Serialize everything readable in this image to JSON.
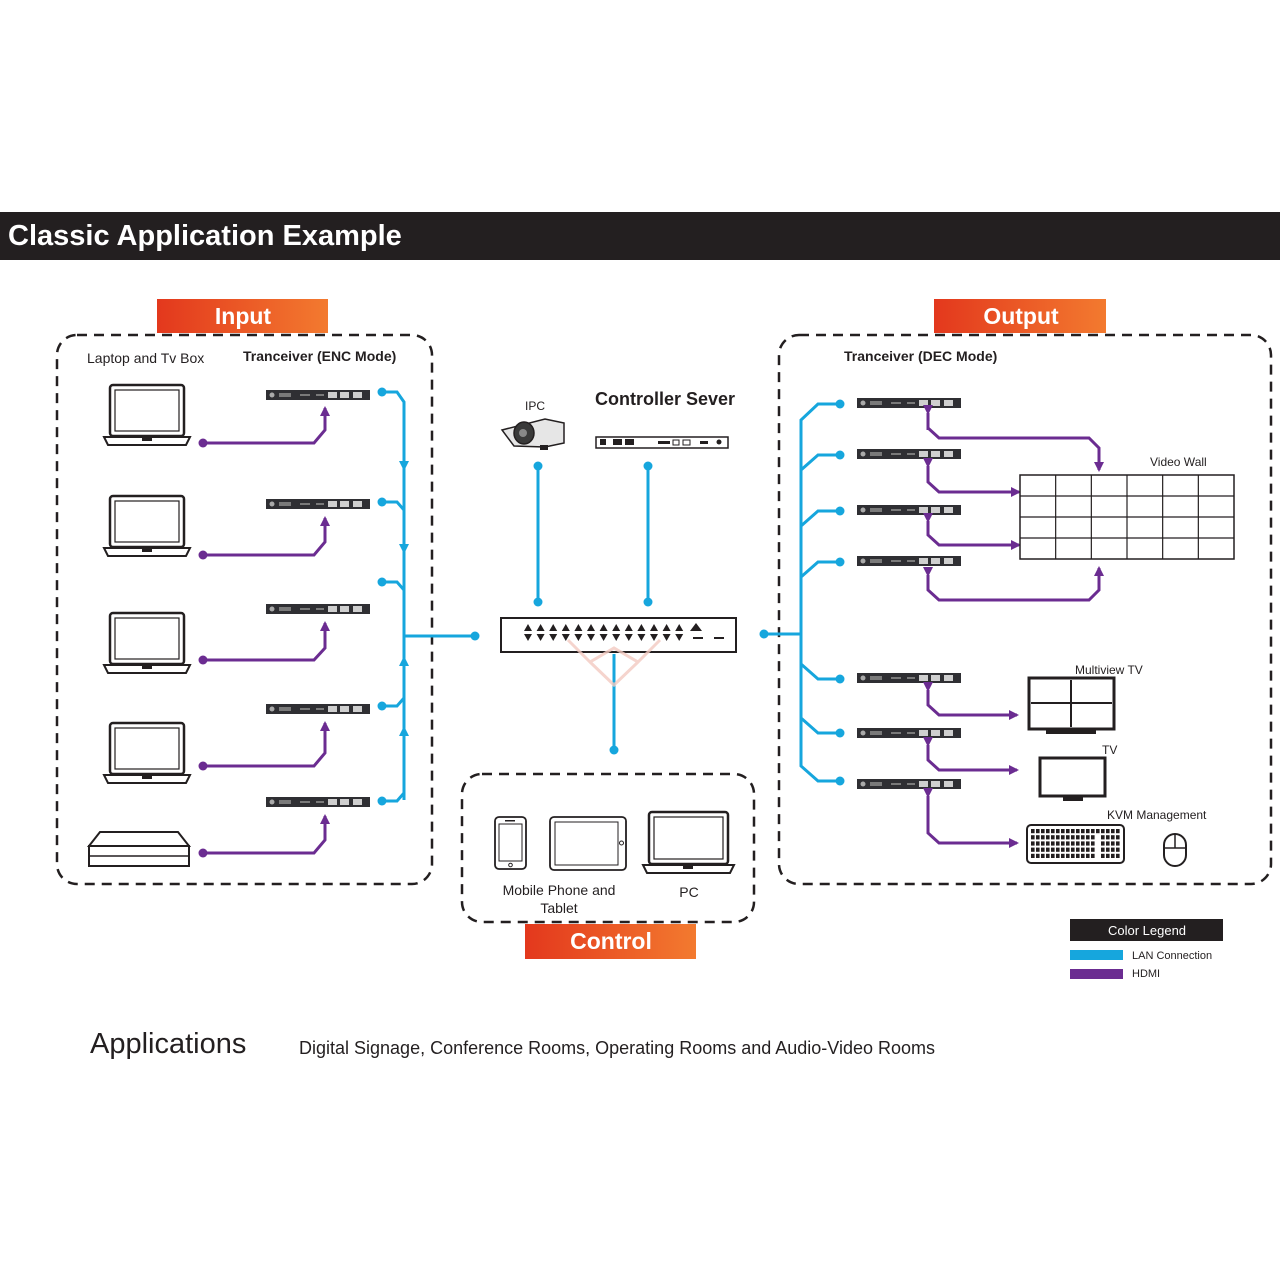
{
  "header": {
    "title": "Classic Application Example"
  },
  "sections": {
    "input": "Input",
    "output": "Output",
    "control": "Control"
  },
  "input_panel": {
    "sources_label": "Laptop and Tv Box",
    "transceiver_label": "Tranceiver (ENC Mode)"
  },
  "output_panel": {
    "transceiver_label": "Tranceiver (DEC Mode)",
    "video_wall": "Video Wall",
    "multiview_tv": "Multiview TV",
    "tv": "TV",
    "kvm": "KVM Management"
  },
  "center": {
    "ipc": "IPC",
    "controller_server": "Controller Sever"
  },
  "control_panel": {
    "mobile_line1": "Mobile Phone and",
    "mobile_line2": "Tablet",
    "pc": "PC"
  },
  "legend": {
    "title": "Color Legend",
    "items": [
      {
        "label": "LAN Connection",
        "color": "#16a6dd"
      },
      {
        "label": "HDMI",
        "color": "#6b2c91"
      }
    ]
  },
  "colors": {
    "lan": "#16a6dd",
    "hdmi": "#6b2c91",
    "accent_start": "#e3381d",
    "accent_end": "#f37a2f",
    "banner": "#231f20"
  },
  "footer": {
    "label": "Applications",
    "text": "Digital Signage, Conference Rooms, Operating Rooms and Audio-Video Rooms"
  }
}
